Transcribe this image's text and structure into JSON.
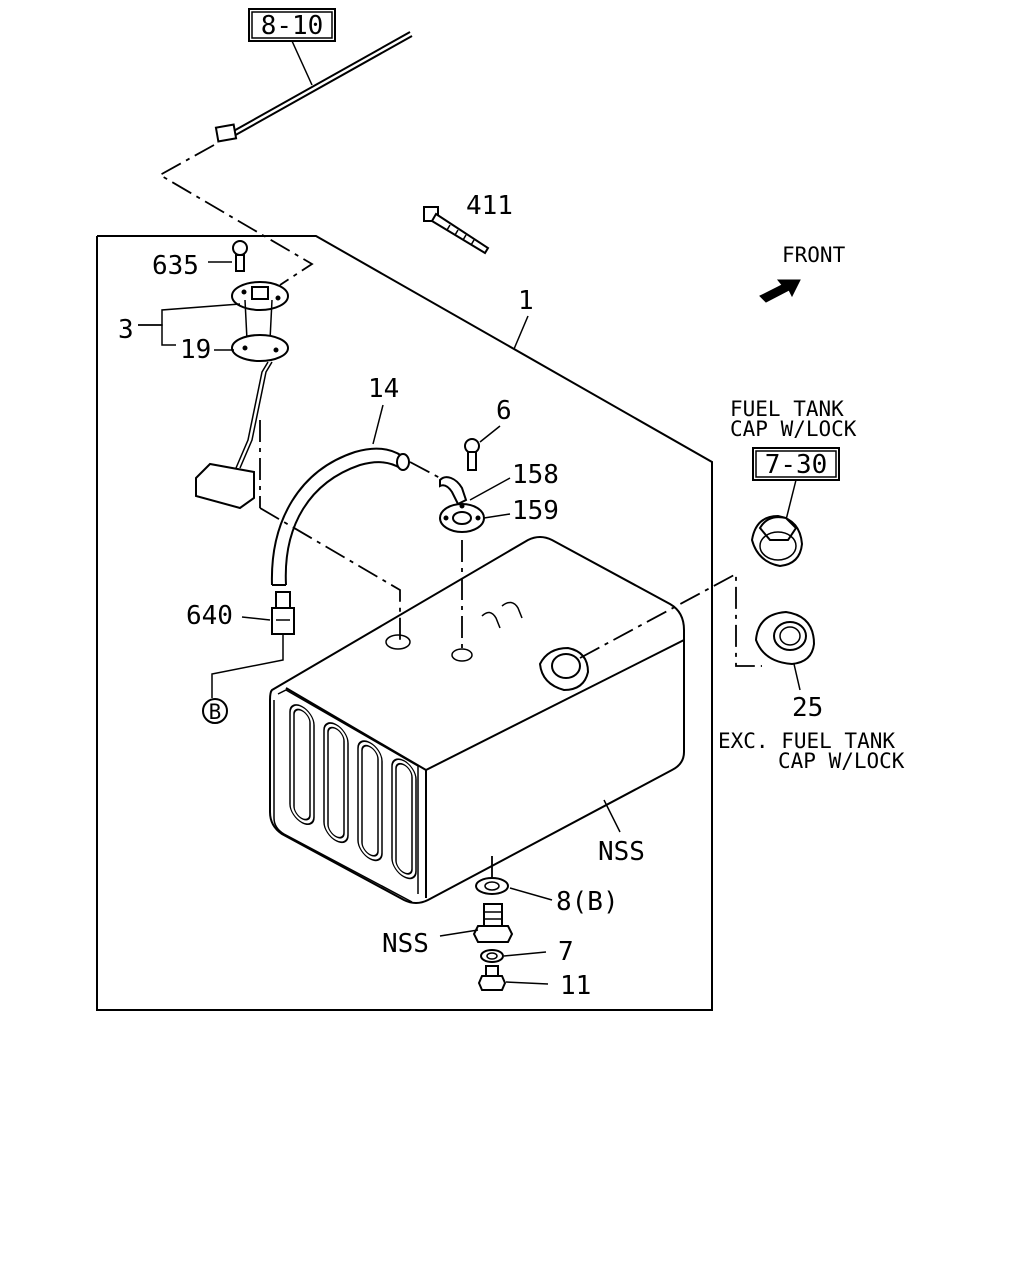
{
  "callouts": {
    "ref_8_10": "8-10",
    "ref_411": "411",
    "ref_front": "FRONT",
    "ref_635": "635",
    "ref_1": "1",
    "ref_3": "3",
    "ref_19": "19",
    "ref_14": "14",
    "ref_6": "6",
    "ref_158": "158",
    "ref_159": "159",
    "ref_640": "640",
    "ref_b_circle": "B",
    "ref_7_30": "7-30",
    "ref_25": "25",
    "ref_nss_tank": "NSS",
    "ref_8b": "8(B)",
    "ref_nss_drain": "NSS",
    "ref_7": "7",
    "ref_11": "11"
  },
  "notes": {
    "cap_lock_line1": "FUEL TANK",
    "cap_lock_line2": "CAP W/LOCK",
    "cap_exc_line1": "EXC. FUEL TANK",
    "cap_exc_line2": "CAP W/LOCK"
  }
}
